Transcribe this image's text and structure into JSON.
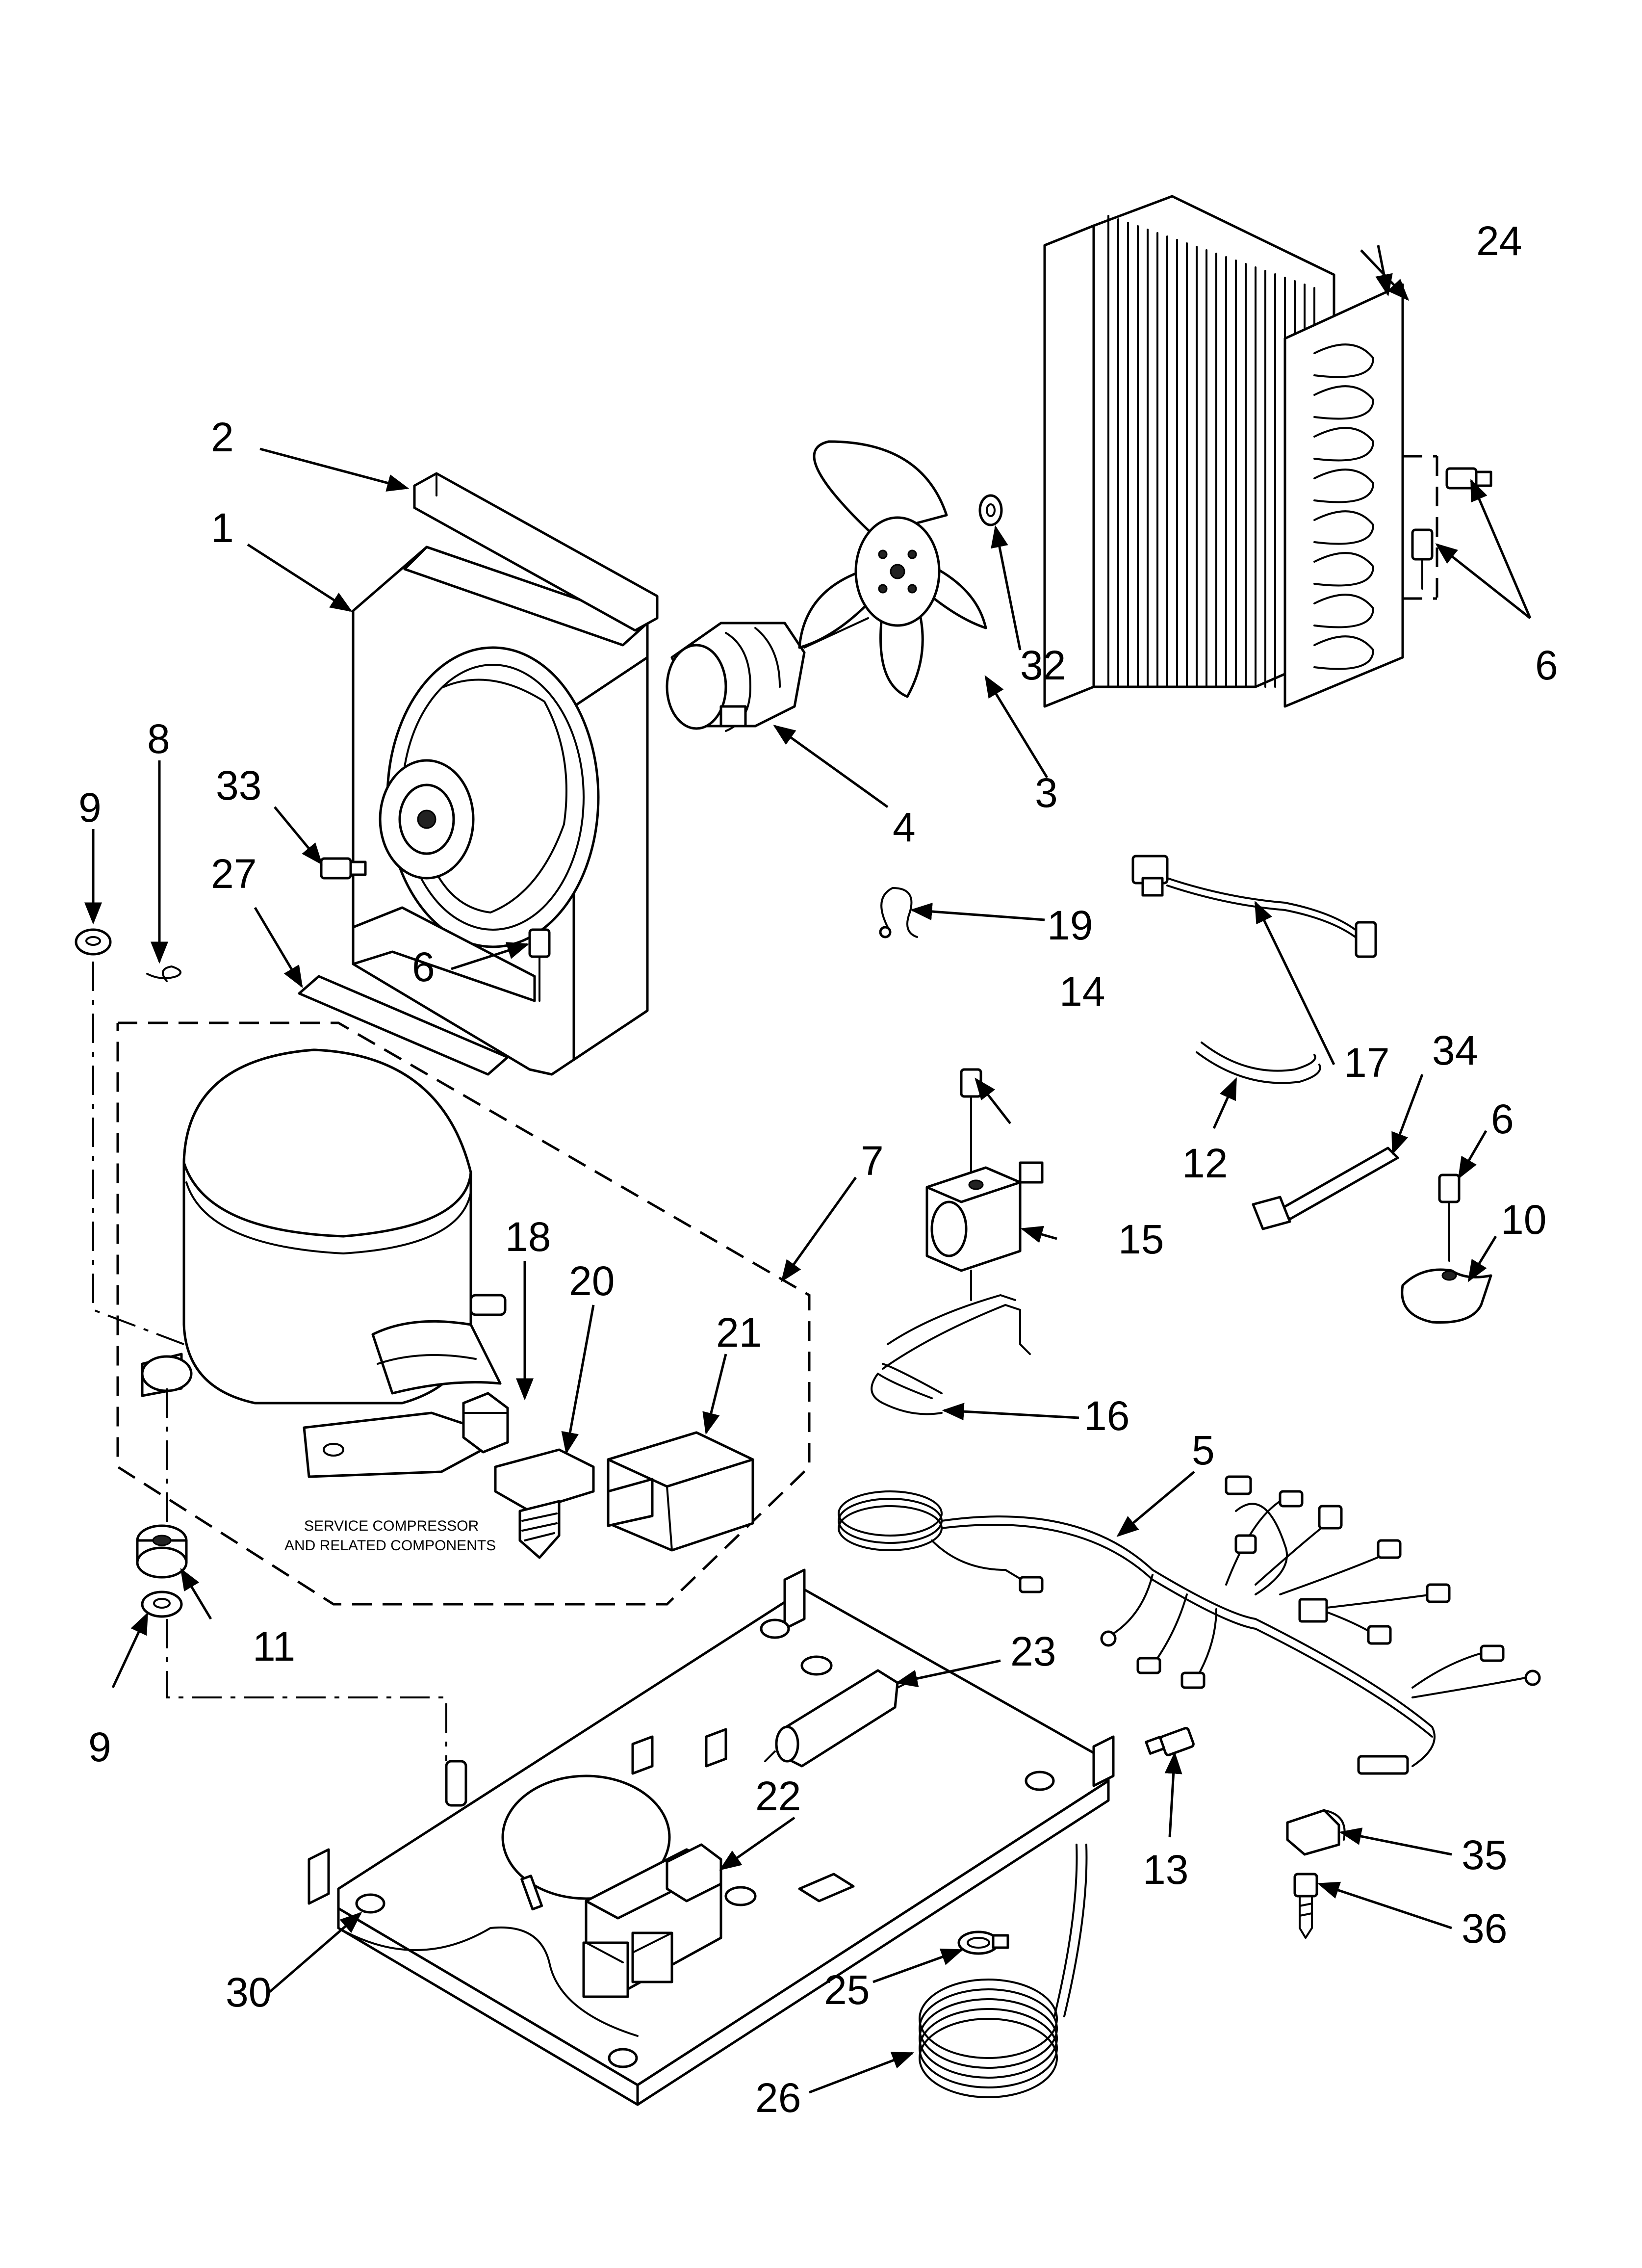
{
  "diagram": {
    "note_line_1": "SERVICE COMPRESSOR",
    "note_line_2": "AND RELATED COMPONENTS",
    "callouts": [
      {
        "id": "c1",
        "label": "1"
      },
      {
        "id": "c2",
        "label": "2"
      },
      {
        "id": "c3",
        "label": "3"
      },
      {
        "id": "c4",
        "label": "4"
      },
      {
        "id": "c5",
        "label": "5"
      },
      {
        "id": "c6a",
        "label": "6"
      },
      {
        "id": "c6b",
        "label": "6"
      },
      {
        "id": "c6c",
        "label": "6"
      },
      {
        "id": "c7",
        "label": "7"
      },
      {
        "id": "c8",
        "label": "8"
      },
      {
        "id": "c9a",
        "label": "9"
      },
      {
        "id": "c9b",
        "label": "9"
      },
      {
        "id": "c10",
        "label": "10"
      },
      {
        "id": "c11",
        "label": "11"
      },
      {
        "id": "c12",
        "label": "12"
      },
      {
        "id": "c13",
        "label": "13"
      },
      {
        "id": "c14",
        "label": "14"
      },
      {
        "id": "c15",
        "label": "15"
      },
      {
        "id": "c16",
        "label": "16"
      },
      {
        "id": "c17",
        "label": "17"
      },
      {
        "id": "c18",
        "label": "18"
      },
      {
        "id": "c19",
        "label": "19"
      },
      {
        "id": "c20",
        "label": "20"
      },
      {
        "id": "c21",
        "label": "21"
      },
      {
        "id": "c22",
        "label": "22"
      },
      {
        "id": "c23",
        "label": "23"
      },
      {
        "id": "c24",
        "label": "24"
      },
      {
        "id": "c25",
        "label": "25"
      },
      {
        "id": "c26",
        "label": "26"
      },
      {
        "id": "c27",
        "label": "27"
      },
      {
        "id": "c30",
        "label": "30"
      },
      {
        "id": "c32",
        "label": "32"
      },
      {
        "id": "c33",
        "label": "33"
      },
      {
        "id": "c34",
        "label": "34"
      },
      {
        "id": "c35",
        "label": "35"
      },
      {
        "id": "c36",
        "label": "36"
      }
    ]
  }
}
